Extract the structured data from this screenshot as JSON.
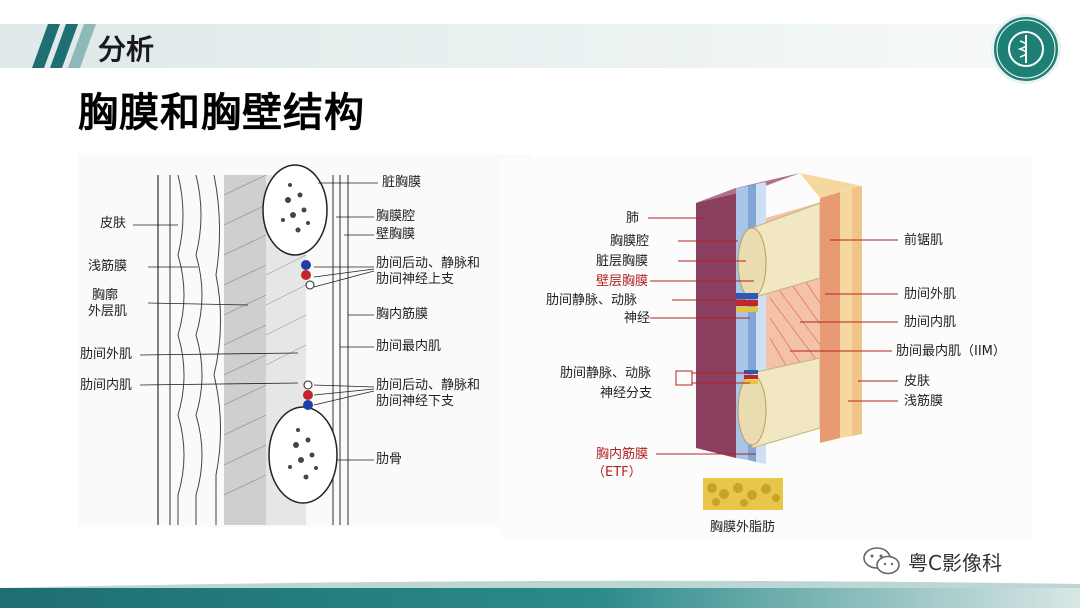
{
  "header": {
    "section": "分析",
    "title": "胸膜和胸壁结构"
  },
  "left_figure": {
    "labels_left": [
      "皮肤",
      "浅筋膜",
      "胸廓",
      "外层肌",
      "肋间外肌",
      "肋间内肌"
    ],
    "labels_right": [
      "脏胸膜",
      "胸膜腔",
      "壁胸膜",
      "肋间后动、静脉和",
      "肋间神经上支",
      "胸内筋膜",
      "肋间最内肌",
      "肋间后动、静脉和",
      "肋间神经下支",
      "肋骨"
    ]
  },
  "right_figure": {
    "labels_left": [
      "肺",
      "胸膜腔",
      "脏层胸膜",
      "壁层胸膜",
      "肋间静脉、动脉",
      "神经",
      "肋间静脉、动脉",
      "神经分支",
      "胸内筋膜",
      "（ETF）"
    ],
    "labels_right": [
      "前锯肌",
      "肋间外肌",
      "肋间内肌",
      "肋间最内肌（IIM）",
      "皮肤",
      "浅筋膜"
    ],
    "bottom_label": "胸膜外脂肪"
  },
  "watermark": {
    "text": "粤C影像科"
  },
  "colors": {
    "accent": "#1e6e72",
    "red_label": "#b22222"
  }
}
